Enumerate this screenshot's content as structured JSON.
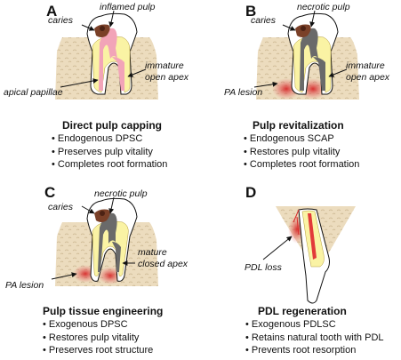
{
  "panels": [
    {
      "letter": "A",
      "labels": {
        "caries": "caries",
        "pulp": "inflamed pulp",
        "apex_1": "immature",
        "apex_2": "open apex",
        "left": "apical papillae"
      },
      "title": "Direct pulp capping",
      "bullets": [
        "Endogenous DPSC",
        "Preserves pulp vitality",
        "Completes root formation"
      ]
    },
    {
      "letter": "B",
      "labels": {
        "caries": "caries",
        "pulp": "necrotic pulp",
        "apex_1": "immature",
        "apex_2": "open apex",
        "left": "PA lesion"
      },
      "title": "Pulp revitalization",
      "bullets": [
        "Endogenous SCAP",
        "Restores pulp vitality",
        "Completes root formation"
      ]
    },
    {
      "letter": "C",
      "labels": {
        "caries": "caries",
        "pulp": "necrotic pulp",
        "apex_1": "mature",
        "apex_2": "closed apex",
        "left": "PA lesion"
      },
      "title": "Pulp tissue engineering",
      "bullets": [
        "Exogenous DPSC",
        "Restores pulp vitality",
        "Preserves root structure"
      ]
    },
    {
      "letter": "D",
      "labels": {
        "left": "PDL loss"
      },
      "title": "PDL regeneration",
      "bullets": [
        "Exogenous PDLSC",
        "Retains natural tooth with PDL",
        "Prevents root resorption"
      ]
    }
  ],
  "colors": {
    "bone": "#ecdcbe",
    "pulp_inflamed": "#f2a4b8",
    "pulp_necrotic": "#6a6a6a",
    "dentin": "#faf3a4",
    "lesion": "#d63a3a",
    "caries": "#7a4028"
  }
}
